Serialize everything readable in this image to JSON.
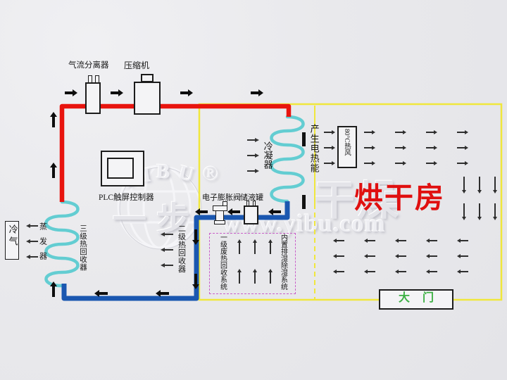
{
  "labels": {
    "airflow_separator": "气流分离器",
    "compressor": "压缩机",
    "plc_controller": "PLC触屏控制器",
    "condenser": "冷凝器",
    "heat_generation": "产生电热能",
    "hot_air_80c": "80°C热风",
    "drying_room": "烘干房",
    "cold_air": "冷气",
    "evaporator": "蒸发器",
    "heat_recovery_3": "三级热回收器",
    "heat_recovery_2": "二级热回收器",
    "expansion_valve": "电子膨胀阀",
    "liquid_tank": "储液罐",
    "waste_heat_recovery_1": "一级废热回收系统",
    "dehumidify_system": "内置排湿除湿系统",
    "gate": "大门"
  },
  "watermark": {
    "arc_letters": [
      "Y",
      "I",
      "B",
      "U"
    ],
    "reg_mark": "®",
    "cn_brand_left": "一步",
    "cn_brand_right": "干燥",
    "url": "www.yibu.com"
  },
  "colors": {
    "hot_pipe": "#e8140e",
    "cold_pipe": "#1a57b0",
    "coil": "#63cdd2",
    "room_wall": "#f0e73c",
    "dashed_box": "#c95fc9",
    "gate_text": "#3cb043",
    "room_title_text": "#e01010"
  },
  "flow_arrows": {
    "groups": [
      {
        "name": "hot-gas-flow",
        "dir": "right",
        "style": "bold",
        "len": 18,
        "xs": [
          92,
          157,
          256,
          356
        ],
        "ys": [
          127
        ]
      },
      {
        "name": "suction-riser-flow",
        "dir": "up",
        "style": "bold",
        "len": 22,
        "xs": [
          71
        ],
        "ys": [
          159,
          231
        ]
      },
      {
        "name": "evap-inlet-flow",
        "dir": "up",
        "style": "bold",
        "len": 22,
        "xs": [
          71
        ],
        "ys": [
          400
        ]
      },
      {
        "name": "liquid-line-flow",
        "dir": "left",
        "style": "bold",
        "len": 18,
        "xs": [
          277,
          323,
          381
        ],
        "ys": [
          296
        ]
      },
      {
        "name": "downcomer-flow",
        "dir": "down",
        "style": "bold",
        "len": 22,
        "xs": [
          273
        ],
        "ys": [
          326,
          389
        ]
      },
      {
        "name": "bottom-line-flow",
        "dir": "left",
        "style": "bold",
        "len": 19,
        "xs": [
          134,
          221
        ],
        "ys": [
          412
        ]
      },
      {
        "name": "condenser-air",
        "dir": "right",
        "style": "mid",
        "len": 17,
        "xs": [
          351
        ],
        "ys": [
          194,
          216,
          238
        ]
      },
      {
        "name": "evaporator-air",
        "dir": "left",
        "style": "mid",
        "len": 17,
        "xs": [
          37
        ],
        "ys": [
          316,
          338,
          360
        ]
      },
      {
        "name": "hr2-air",
        "dir": "left",
        "style": "mid",
        "len": 18,
        "xs": [
          228
        ],
        "ys": [
          328,
          350,
          372
        ]
      },
      {
        "name": "hot-air-supply",
        "dir": "right",
        "style": "thin",
        "len": 16,
        "xs": [
          460,
          517,
          561,
          605,
          649
        ],
        "ys": [
          183,
          205,
          227
        ]
      },
      {
        "name": "return-air",
        "dir": "left",
        "style": "thin",
        "len": 16,
        "xs": [
          473,
          517,
          561,
          605,
          649
        ],
        "ys": [
          337,
          359,
          381
        ]
      },
      {
        "name": "wall-down-air",
        "dir": "down",
        "style": "thin",
        "len": 24,
        "xs": [
          654,
          676,
          698
        ],
        "ys": [
          251,
          289
        ]
      },
      {
        "name": "waste-heat-up",
        "dir": "up",
        "style": "thin",
        "len": 21,
        "xs": [
          335,
          357,
          379
        ],
        "ys": [
          340,
          382
        ]
      }
    ]
  }
}
